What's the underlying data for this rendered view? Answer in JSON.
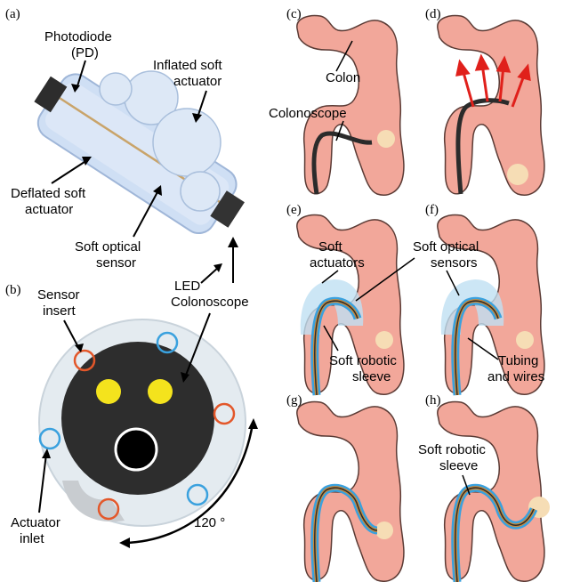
{
  "panels": {
    "a": "(a)",
    "b": "(b)",
    "c": "(c)",
    "d": "(d)",
    "e": "(e)",
    "f": "(f)",
    "g": "(g)",
    "h": "(h)"
  },
  "labels": {
    "photodiode_1": "Photodiode",
    "photodiode_2": "(PD)",
    "inflated_1": "Inflated soft",
    "inflated_2": "actuator",
    "deflated_1": "Deflated soft",
    "deflated_2": "actuator",
    "optical_1": "Soft optical",
    "optical_2": "sensor",
    "led": "LED",
    "sensor_insert_1": "Sensor",
    "sensor_insert_2": "insert",
    "colonoscope_b": "Colonoscope",
    "actuator_inlet_1": "Actuator",
    "actuator_inlet_2": "inlet",
    "angle": "120 °",
    "colon": "Colon",
    "colonoscope_c": "Colonoscope",
    "soft_actuators_1": "Soft",
    "soft_actuators_2": "actuators",
    "soft_sensors_1": "Soft optical",
    "soft_sensors_2": "sensors",
    "sleeve_e_1": "Soft robotic",
    "sleeve_e_2": "sleeve",
    "tubing_1": "Tubing",
    "tubing_2": "and wires",
    "sleeve_h_1": "Soft robotic",
    "sleeve_h_2": "sleeve"
  },
  "colors": {
    "colon_fill": "#f2a79a",
    "colon_stroke": "#5b3b35",
    "cecum": "#f6ddb5",
    "scope": "#2b2b2b",
    "sleeve": "#bfe0f3",
    "sensor_line": "#c98a3a",
    "arrow_red": "#e0201b",
    "ring_orange": "#e3572a",
    "ring_blue": "#3aa1de",
    "disc": "#2d2d2d",
    "led_yellow": "#f4e31d"
  }
}
